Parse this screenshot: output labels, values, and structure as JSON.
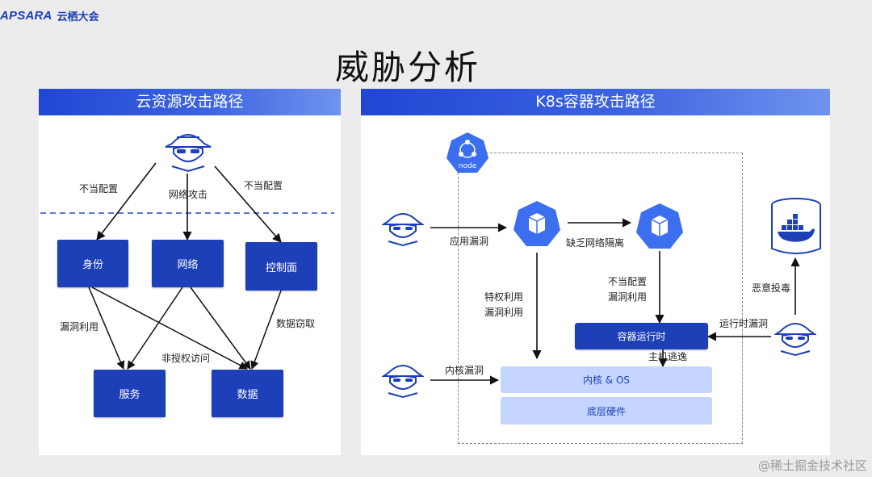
{
  "brand": {
    "logo": "APSARA",
    "name": "云栖大会"
  },
  "page_title": "威胁分析",
  "left_panel": {
    "title": "云资源攻击路径",
    "attack_labels": {
      "left": "不当配置",
      "middle": "网络攻击",
      "right": "不当配置"
    },
    "targets": {
      "identity": "身份",
      "network": "网络",
      "control_plane": "控制面"
    },
    "assets": {
      "service": "服务",
      "data": "数据"
    },
    "edge_labels": {
      "vuln_use": "漏洞利用",
      "data_theft": "数据窃取",
      "unauthorized": "非授权访问"
    }
  },
  "right_panel": {
    "title": "K8s容器攻击路径",
    "node_badge": "node",
    "labels": {
      "app_vuln": "应用漏洞",
      "no_isolation": "缺乏网络隔离",
      "priv_use": "特权利用",
      "vuln_use_a": "漏洞利用",
      "misconfig": "不当配置",
      "vuln_use_b": "漏洞利用",
      "runtime_vuln": "运行时漏洞",
      "malicious_deliver": "恶意投毒",
      "host_escape": "主机逃逸",
      "kernel_vuln": "内核漏洞"
    },
    "runtime": "容器运行时",
    "kernel": "内核 & OS",
    "hardware": "底层硬件"
  },
  "watermark": "@稀土掘金技术社区",
  "colors": {
    "primary": "#1d3fb8",
    "accent": "#3c63de",
    "layer_bg": "#c4d6ff",
    "node_blue": "#3b6ff0"
  }
}
